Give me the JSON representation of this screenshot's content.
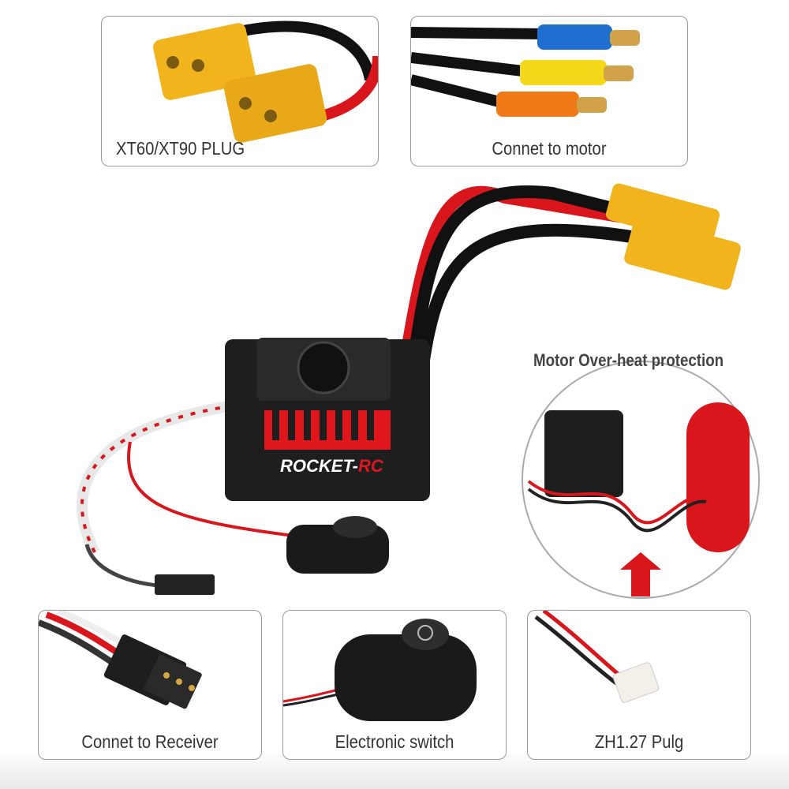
{
  "brand": "ROCKET-RC",
  "colors": {
    "accent_red": "#e0161d",
    "connector_yellow": "#f2b41c",
    "esc_black": "#1e1e1e",
    "panel_border": "#9a9a9a"
  },
  "panels": {
    "xt_plug": {
      "caption": "XT60/XT90 PLUG"
    },
    "motor": {
      "caption": "Connet to motor"
    },
    "receiver": {
      "caption": "Connet to Receiver"
    },
    "switch": {
      "caption": "Electronic switch"
    },
    "zh_plug": {
      "caption": "ZH1.27 Pulg"
    }
  },
  "feature": {
    "heading": "Motor Over-heat protection",
    "icon": "red-up-arrow-icon"
  }
}
